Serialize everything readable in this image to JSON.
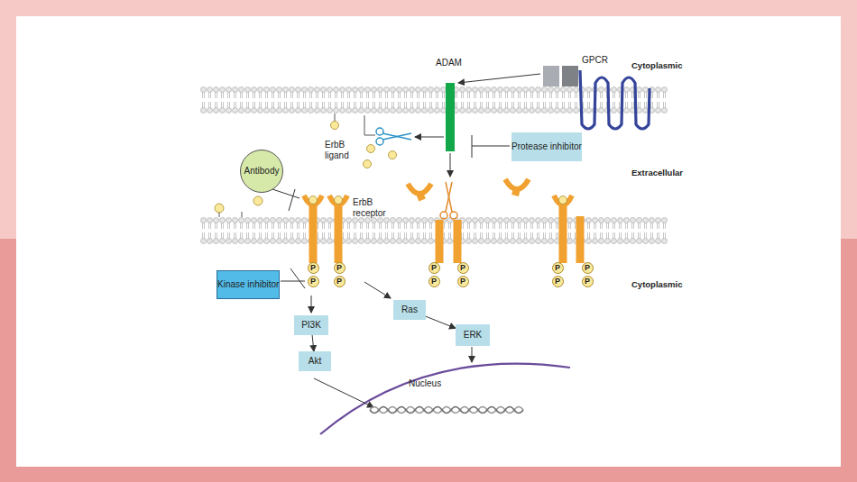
{
  "diagram": {
    "nodes": [
      {
        "text": [
          "Protease inhibitor"
        ]
      },
      {
        "text": [
          "Antibody"
        ]
      },
      {
        "text": [
          "Kinase inhibitor"
        ]
      },
      {
        "text": [
          "PI3K"
        ]
      },
      {
        "text": [
          "Akt"
        ]
      },
      {
        "text": [
          "Ras"
        ]
      },
      {
        "text": [
          "ERK"
        ]
      },
      {
        "text": [
          "P"
        ]
      },
      {
        "text": [
          "P"
        ]
      },
      {
        "text": [
          "P"
        ]
      },
      {
        "text": [
          "P"
        ]
      },
      {
        "text": [
          "P"
        ]
      },
      {
        "text": [
          "P"
        ]
      },
      {
        "text": [
          "P"
        ]
      },
      {
        "text": [
          "P"
        ]
      },
      {
        "text": [
          "P"
        ]
      },
      {
        "text": [
          "P"
        ]
      },
      {
        "text": [
          "P"
        ]
      },
      {
        "text": [
          "P"
        ]
      }
    ],
    "edges": [
      {
        "from": 3,
        "to": 4,
        "arrow": "to"
      },
      {
        "from": 5,
        "to": 6,
        "arrow": "to"
      }
    ],
    "labels": [
      "ADAM",
      "GPCR",
      "Cytoplasmic",
      "Extracellular",
      "Cytoplasmic",
      "ErbB ligand",
      "ErbB receptor",
      "Nucleus"
    ]
  }
}
